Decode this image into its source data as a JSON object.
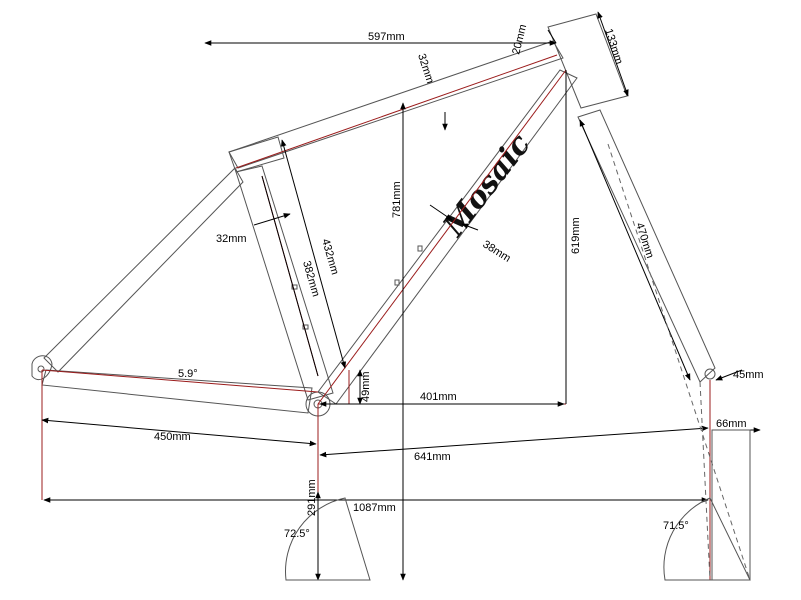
{
  "diagram": {
    "brand": "Mosaic",
    "dimensions": {
      "top_tube_horizontal": "597mm",
      "top_tube_offset": "20mm",
      "head_tube_length": "133mm",
      "top_tube_diameter": "32mm",
      "seat_tube_diameter": "32mm",
      "down_tube_diameter": "38mm",
      "stack_height": "781mm",
      "head_tube_height": "619mm",
      "fork_length": "470mm",
      "seat_tube_length": "432mm",
      "seat_tube_inner": "382mm",
      "chainstay_angle": "5.9°",
      "bb_drop": "49mm",
      "bb_to_head": "401mm",
      "chainstay_length": "450mm",
      "front_center": "641mm",
      "fork_offset": "45mm",
      "rake": "66mm",
      "bb_height": "291mm",
      "wheelbase": "1087mm",
      "seat_angle": "72.5°",
      "head_angle": "71.5°"
    }
  }
}
